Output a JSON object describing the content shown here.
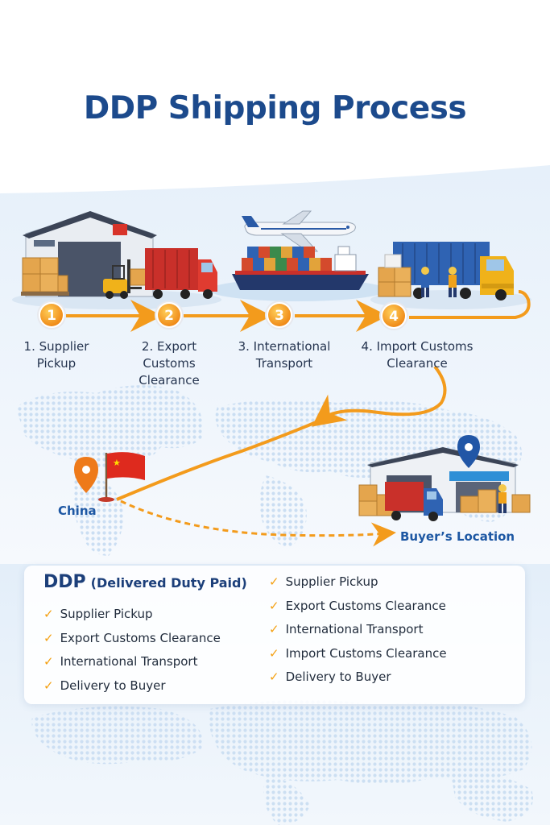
{
  "title": "DDP Shipping Process",
  "steps": [
    {
      "number": "1",
      "label": [
        "1. Supplier",
        "Pickup"
      ]
    },
    {
      "number": "2",
      "label": [
        "2. Export",
        "Customs",
        "Clearance"
      ]
    },
    {
      "number": "3",
      "label": [
        "3. International",
        "Transport"
      ]
    },
    {
      "number": "4",
      "label": [
        "4. Import Customs",
        "Clearance"
      ]
    }
  ],
  "map": {
    "origin": "China",
    "destination": "Buyer’s Location"
  },
  "panel": {
    "title_abbr": "DDP",
    "title_full": "(Delivered Duty Paid)",
    "left_list": [
      "Supplier Pickup",
      "Export Customs Clearance",
      "International Transport",
      "Delivery to Buyer"
    ],
    "right_list": [
      "Supplier Pickup",
      "Export Customs Clearance",
      "International Transport",
      "Import Customs Clearance",
      "Delivery to Buyer"
    ]
  },
  "colors": {
    "title": "#1c4a8c",
    "accent_orange": "#f39b1c",
    "truck_red": "#d8342a",
    "truck_yellow": "#f0b21a",
    "container_blue": "#2f63b3",
    "map_dots": "#c6dbf1",
    "check": "#f4a012"
  },
  "icons": [
    "warehouse-icon",
    "forklift-icon",
    "truck-icon",
    "airplane-icon",
    "cargo-ship-icon",
    "location-pin-icon",
    "china-flag-icon",
    "checkmark-icon"
  ]
}
